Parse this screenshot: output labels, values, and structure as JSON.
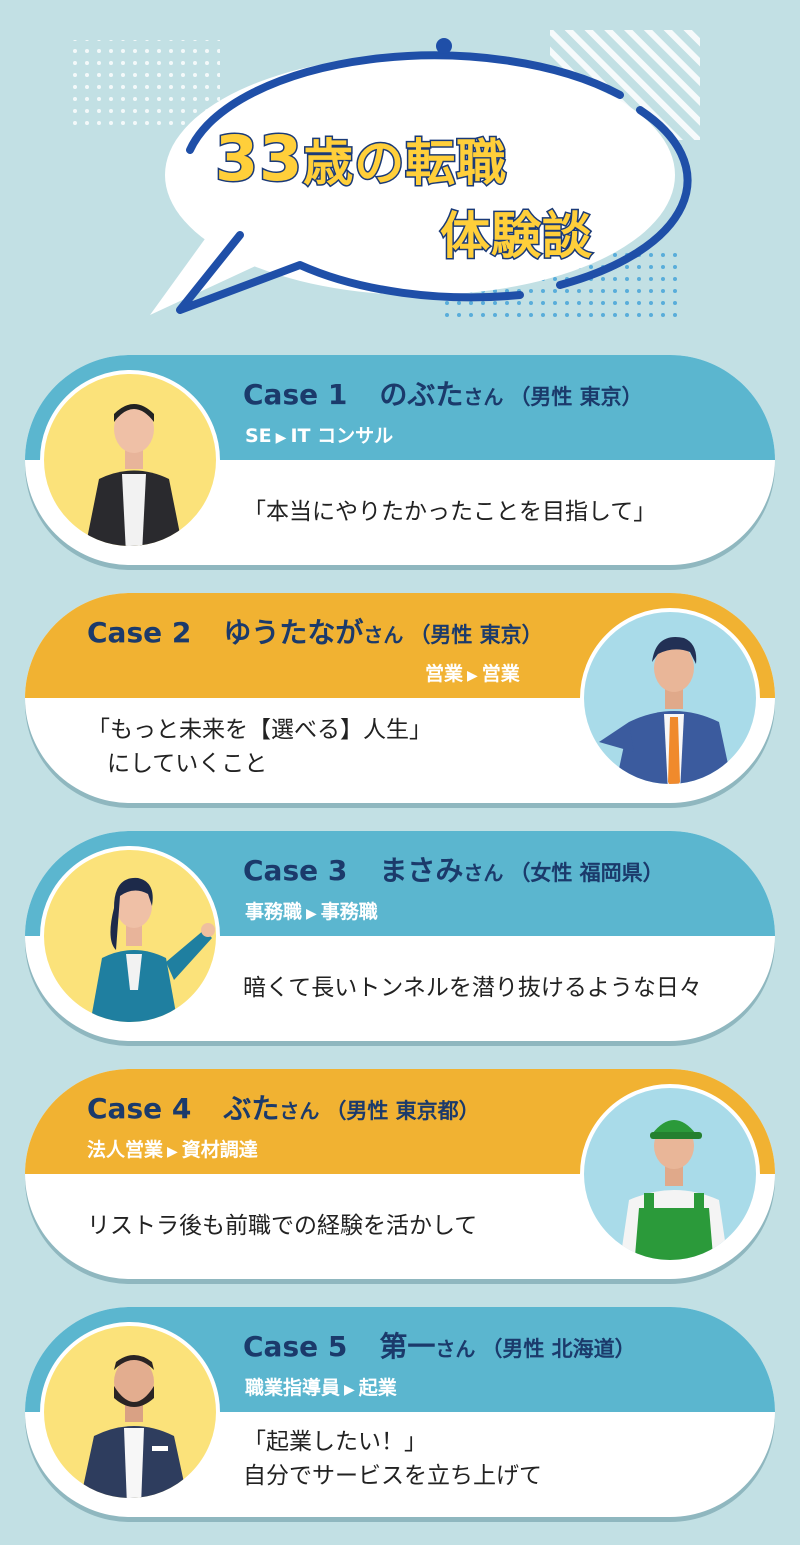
{
  "title": {
    "num": "33",
    "line1_rest": "歳の転職",
    "line2": "体験談"
  },
  "cases": [
    {
      "case": "Case 1",
      "name": "のぶた",
      "san": "さん",
      "meta": "（男性 東京）",
      "job_from": "SE",
      "job_to": "IT コンサル",
      "quote_lines": [
        "「本当にやりたかったことを目指して」"
      ]
    },
    {
      "case": "Case 2",
      "name": "ゆうたなが",
      "san": "さん",
      "meta": "（男性 東京）",
      "job_from": "営業",
      "job_to": "営業",
      "quote_lines": [
        "「もっと未来を【選べる】人生」",
        "にしていくこと"
      ]
    },
    {
      "case": "Case 3",
      "name": "まさみ",
      "san": "さん",
      "meta": "（女性 福岡県）",
      "job_from": "事務職",
      "job_to": "事務職",
      "quote_lines": [
        "暗くて長いトンネルを潜り抜けるような日々"
      ]
    },
    {
      "case": "Case 4",
      "name": "ぶた",
      "san": "さん",
      "meta": "（男性 東京都）",
      "job_from": "法人営業",
      "job_to": "資材調達",
      "quote_lines": [
        "リストラ後も前職での経験を活かして"
      ]
    },
    {
      "case": "Case 5",
      "name": "第一",
      "san": "さん",
      "meta": "（男性 北海道）",
      "job_from": "職業指導員",
      "job_to": "起業",
      "quote_lines": [
        "「起業したい！」",
        "自分でサービスを立ち上げて"
      ]
    }
  ],
  "job_arrow": "▶",
  "colors": {
    "background": "#c2e0e4",
    "blue_band": "#5bb6cf",
    "orange_band": "#f1b232",
    "navy_text": "#1b3a6b",
    "title_fill": "#ffcf3a"
  }
}
